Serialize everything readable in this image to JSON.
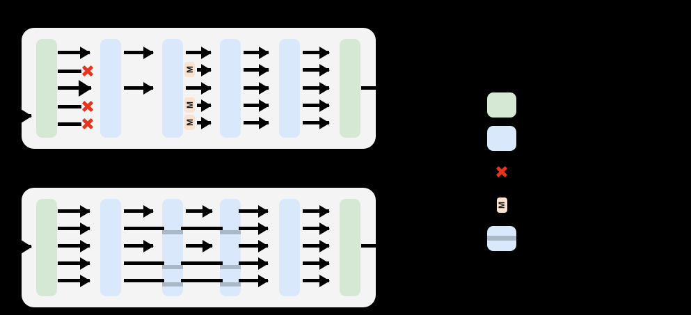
{
  "figure": {
    "title": "",
    "background": "#000000",
    "panel_background": "#f4f4f4"
  },
  "colors": {
    "embedding_block": "#d5e8d4",
    "transformer_block": "#dae8fc",
    "dropped_marker": "#e8341c",
    "mask_token": "#fae2ce",
    "passthrough_stripe": "#a9b7c6",
    "arrow": "#000000"
  },
  "panels": [
    {
      "id": "top",
      "name": "panel-top",
      "caption": "",
      "rows": 5,
      "columns": [
        {
          "type": "green",
          "name": "input-embedding"
        },
        {
          "type": "blue",
          "name": "encoder-layer-1"
        },
        {
          "type": "blue",
          "name": "encoder-layer-2"
        },
        {
          "type": "blue",
          "name": "encoder-layer-3"
        },
        {
          "type": "blue",
          "name": "encoder-layer-4"
        },
        {
          "type": "green",
          "name": "output-head"
        }
      ],
      "segment_rows": [
        {
          "row": 0,
          "arrows": [
            "arrow",
            "arrow",
            "arrow",
            "arrow",
            "arrow"
          ],
          "markers": []
        },
        {
          "row": 1,
          "arrows": [
            "x",
            "none",
            "mask-arrow",
            "arrow",
            "arrow"
          ],
          "markers": [
            "x",
            "M"
          ]
        },
        {
          "row": 2,
          "arrows": [
            "arrow",
            "arrow",
            "arrow",
            "arrow",
            "arrow"
          ],
          "markers": []
        },
        {
          "row": 3,
          "arrows": [
            "x",
            "none",
            "mask-arrow",
            "arrow",
            "arrow"
          ],
          "markers": [
            "x",
            "M"
          ]
        },
        {
          "row": 4,
          "arrows": [
            "x",
            "none",
            "mask-arrow",
            "arrow",
            "arrow"
          ],
          "markers": [
            "x",
            "M"
          ]
        }
      ],
      "mask_label": "M"
    },
    {
      "id": "bottom",
      "name": "panel-bottom",
      "caption": "",
      "rows": 5,
      "columns": [
        {
          "type": "green",
          "name": "input-embedding"
        },
        {
          "type": "blue",
          "name": "encoder-layer-1"
        },
        {
          "type": "blue",
          "name": "encoder-layer-2"
        },
        {
          "type": "blue",
          "name": "encoder-layer-3"
        },
        {
          "type": "blue",
          "name": "encoder-layer-4"
        },
        {
          "type": "green",
          "name": "output-head"
        }
      ],
      "passthrough_rows": [
        1,
        3,
        4
      ],
      "passthrough_columns": [
        2,
        3
      ]
    }
  ],
  "legend": {
    "name": "legend",
    "items": [
      {
        "swatch": "green-box",
        "icon": "green-block-icon",
        "label": ""
      },
      {
        "swatch": "blue-box",
        "icon": "blue-block-icon",
        "label": ""
      },
      {
        "swatch": "red-x",
        "icon": "red-x-icon",
        "label": ""
      },
      {
        "swatch": "mask-token",
        "icon": "mask-token-icon",
        "label": "M"
      },
      {
        "swatch": "striped-box",
        "icon": "passthrough-block-icon",
        "label": ""
      }
    ]
  }
}
